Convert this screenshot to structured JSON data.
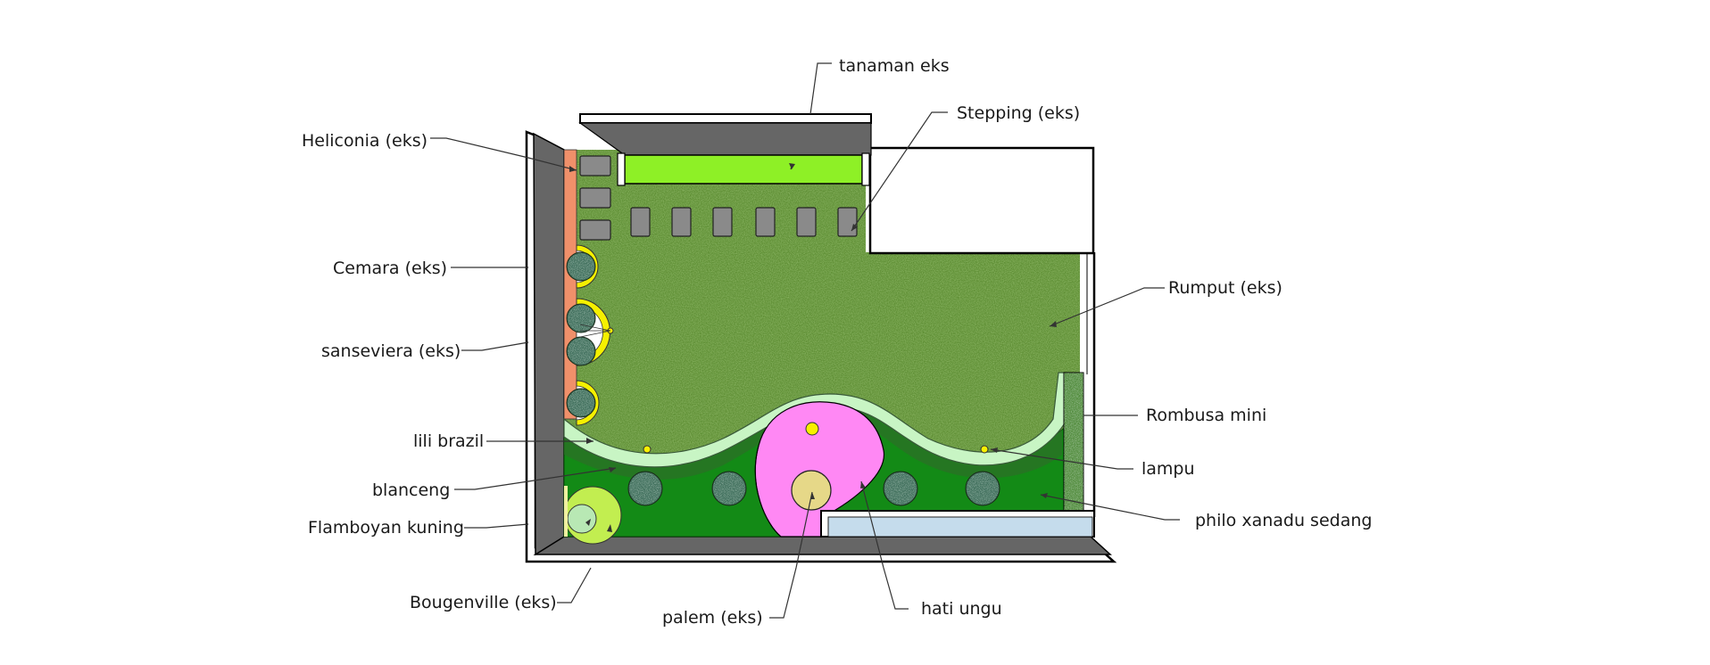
{
  "labels": {
    "tanaman_eks": "tanaman eks",
    "stepping": "Stepping (eks)",
    "heliconia": "Heliconia (eks)",
    "cemara": "Cemara (eks)",
    "sanseviera": "sanseviera (eks)",
    "lili_brazil": "lili brazil",
    "blanceng": "blanceng",
    "flamboyan": "Flamboyan kuning",
    "bougenville": "Bougenville (eks)",
    "palem": "palem (eks)",
    "hati_ungu": "hati ungu",
    "rumput": "Rumput (eks)",
    "rombusa": "Rombusa mini",
    "lampu": "lampu",
    "philo": "philo xanadu sedang"
  },
  "colors": {
    "wall": "#666666",
    "grass": "#5f8f35",
    "lawn_dark": "#138a16",
    "lime_planter": "#8ef026",
    "border_path": "#c8f5c4",
    "heliconia": "#f0906a",
    "hati_ungu": "#ff88f4",
    "sanseviera": "#f5f000",
    "shrub": "#3b6b58",
    "stepping_stone": "#8a8a8a",
    "pool": "#c5dcec",
    "flamboyan": "#c2ee50",
    "palem": "#e6d888"
  }
}
